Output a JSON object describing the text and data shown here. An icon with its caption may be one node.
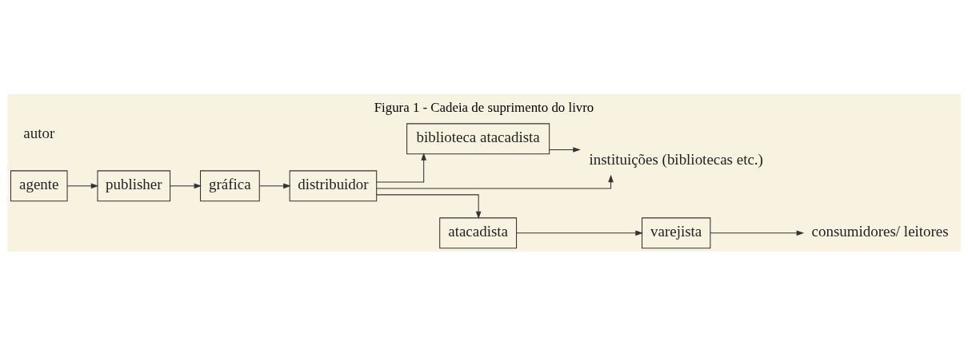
{
  "diagram": {
    "title": "Figura 1 - Cadeia de suprimento do livro",
    "nodes": [
      {
        "text": [
          "agente"
        ]
      },
      {
        "text": [
          "publisher"
        ]
      },
      {
        "text": [
          "gráfica"
        ]
      },
      {
        "text": [
          "distribuidor"
        ]
      },
      {
        "text": [
          "biblioteca atacadista"
        ]
      },
      {
        "text": [
          "atacadista"
        ]
      },
      {
        "text": [
          "varejista"
        ]
      },
      {
        "text": [
          "instituições (bibliotecas etc.)"
        ]
      },
      {
        "text": [
          "consumidores/ leitores"
        ]
      }
    ],
    "edges": [
      {
        "from": 0,
        "to": 1,
        "arrow": "to"
      },
      {
        "from": 1,
        "to": 2,
        "arrow": "to"
      },
      {
        "from": 2,
        "to": 3,
        "arrow": "to"
      },
      {
        "from": 3,
        "to": 7,
        "arrow": "to"
      },
      {
        "from": 3,
        "to": 4,
        "arrow": "to"
      },
      {
        "from": 3,
        "to": 5,
        "arrow": "to"
      },
      {
        "from": 4,
        "to": 7,
        "arrow": "to"
      },
      {
        "from": 5,
        "to": 6,
        "arrow": "to"
      },
      {
        "from": 6,
        "to": 8,
        "arrow": "to"
      }
    ],
    "labels": [
      "autor"
    ]
  }
}
